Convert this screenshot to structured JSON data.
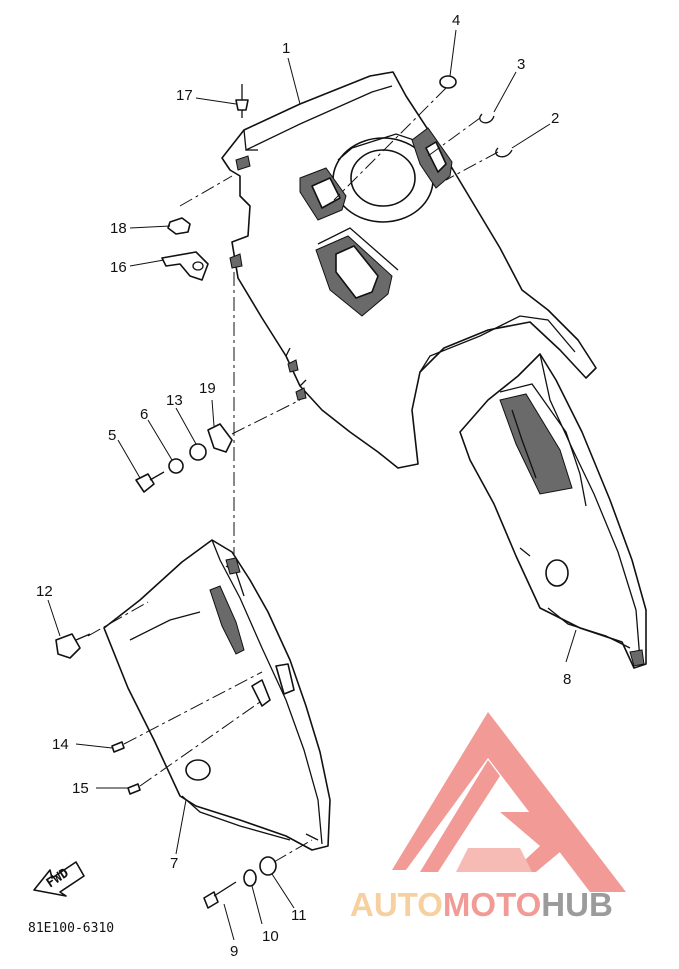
{
  "callouts": [
    {
      "id": "1",
      "label": "1"
    },
    {
      "id": "2",
      "label": "2"
    },
    {
      "id": "3",
      "label": "3"
    },
    {
      "id": "4",
      "label": "4"
    },
    {
      "id": "5",
      "label": "5"
    },
    {
      "id": "6",
      "label": "6"
    },
    {
      "id": "7",
      "label": "7"
    },
    {
      "id": "8",
      "label": "8"
    },
    {
      "id": "9",
      "label": "9"
    },
    {
      "id": "10",
      "label": "10"
    },
    {
      "id": "11",
      "label": "11"
    },
    {
      "id": "12",
      "label": "12"
    },
    {
      "id": "13",
      "label": "13"
    },
    {
      "id": "14",
      "label": "14"
    },
    {
      "id": "15",
      "label": "15"
    },
    {
      "id": "16",
      "label": "16"
    },
    {
      "id": "17",
      "label": "17"
    },
    {
      "id": "18",
      "label": "18"
    },
    {
      "id": "19",
      "label": "19"
    }
  ],
  "fwd_label": "FWD",
  "diagram_code": "81E100-6310",
  "watermark": {
    "part_a": "AUTO",
    "part_b": "MOTO",
    "part_c": "HUB",
    "color_a": "#f5c98f",
    "color_b": "#f08a84",
    "color_c": "#8a8a8a"
  }
}
